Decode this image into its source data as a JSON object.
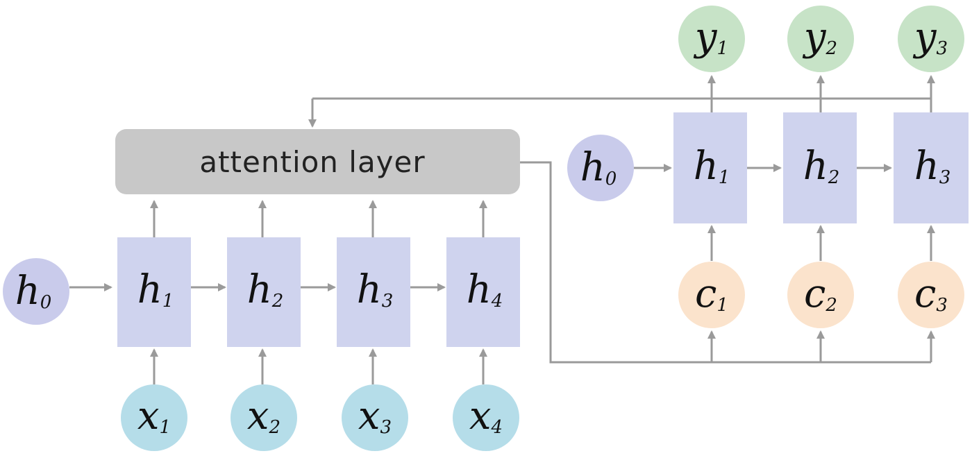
{
  "attention": {
    "label": "attention layer"
  },
  "encoder": {
    "h0": {
      "main": "h",
      "sub": "0"
    },
    "hidden": [
      {
        "main": "h",
        "sub": "1"
      },
      {
        "main": "h",
        "sub": "2"
      },
      {
        "main": "h",
        "sub": "3"
      },
      {
        "main": "h",
        "sub": "4"
      }
    ],
    "inputs": [
      {
        "main": "x",
        "sub": "1"
      },
      {
        "main": "x",
        "sub": "2"
      },
      {
        "main": "x",
        "sub": "3"
      },
      {
        "main": "x",
        "sub": "4"
      }
    ]
  },
  "decoder": {
    "h0": {
      "main": "h",
      "sub": "0"
    },
    "hidden": [
      {
        "main": "h",
        "sub": "1"
      },
      {
        "main": "h",
        "sub": "2"
      },
      {
        "main": "h",
        "sub": "3"
      }
    ],
    "contexts": [
      {
        "main": "c",
        "sub": "1"
      },
      {
        "main": "c",
        "sub": "2"
      },
      {
        "main": "c",
        "sub": "3"
      }
    ],
    "outputs": [
      {
        "main": "y",
        "sub": "1"
      },
      {
        "main": "y",
        "sub": "2"
      },
      {
        "main": "y",
        "sub": "3"
      }
    ]
  },
  "colors": {
    "hidden_box": "#cfd3ee",
    "h0_circle": "#c9cbeb",
    "input_circle": "#b5dde9",
    "context_circle": "#fbe3cc",
    "output_circle": "#c7e3c7",
    "attention_box": "#c8c8c8",
    "wire": "#9a9a9a"
  }
}
